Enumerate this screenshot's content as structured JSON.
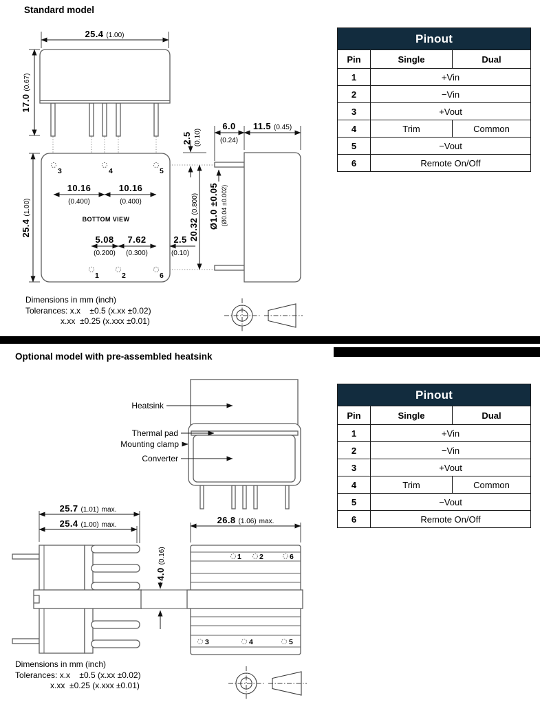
{
  "standard": {
    "title": "Standard model",
    "front_width_mm": "25.4",
    "front_width_in": "(1.00)",
    "front_height_mm": "17.0",
    "front_height_in": "(0.67)",
    "bottom_label": "BOTTOM VIEW",
    "bottom_pins_back": [
      "3",
      "4",
      "5"
    ],
    "bottom_pins_front": [
      "1",
      "2",
      "6"
    ],
    "bottom_height_mm": "25.4",
    "bottom_height_in": "(1.00)",
    "pitch1_mm": "10.16",
    "pitch1_in": "(0.400)",
    "pitch2_mm": "10.16",
    "pitch2_in": "(0.400)",
    "rowspan_mm": "20.32",
    "rowspan_in": "(0.800)",
    "p12_mm": "5.08",
    "p12_in": "(0.200)",
    "p26_mm": "7.62",
    "p26_in": "(0.300)",
    "edge_mm": "2.5",
    "edge_in": "(0.10)",
    "offset_mm": "2.5",
    "offset_in": "(0.10)",
    "pinlen_mm": "6.0",
    "pinlen_in": "(0.24)",
    "depth_mm": "11.5",
    "depth_in": "(0.45)",
    "dia_mm": "Ø1.0 ±0.05",
    "dia_in": "(Ø0.04 ±0.002)"
  },
  "optional": {
    "title": "Optional model with pre-assembled heatsink",
    "label_heatsink": "Heatsink",
    "label_thermal_pad": "Thermal pad",
    "label_mounting_clamp": "Mounting clamp",
    "label_converter": "Converter",
    "w1_mm": "25.7",
    "w1_in": "(1.01)",
    "w1_max": "max.",
    "w2_mm": "25.4",
    "w2_in": "(1.00)",
    "w2_max": "max.",
    "h_mm": "4.0",
    "h_in": "(0.16)",
    "bw_mm": "26.8",
    "bw_in": "(1.06)",
    "bw_max": "max.",
    "pins_front": [
      "1",
      "2",
      "6"
    ],
    "pins_back": [
      "3",
      "4",
      "5"
    ]
  },
  "notes": {
    "line1": "Dimensions in mm (inch)",
    "line2": "Tolerances: x.x    ±0.5 (x.xx ±0.02)",
    "line3": "x.xx  ±0.25 (x.xxx ±0.01)"
  },
  "pinout": {
    "title": "Pinout",
    "col_pin": "Pin",
    "col_single": "Single",
    "col_dual": "Dual",
    "rows": [
      {
        "pin": "1",
        "value": "+Vin"
      },
      {
        "pin": "2",
        "value": "−Vin"
      },
      {
        "pin": "3",
        "value": "+Vout"
      },
      {
        "pin": "4",
        "single": "Trim",
        "dual": "Common"
      },
      {
        "pin": "5",
        "value": "−Vout"
      },
      {
        "pin": "6",
        "value": "Remote On/Off"
      }
    ]
  },
  "colors": {
    "table_header_bg": "#122c3e",
    "divider": "#000000"
  }
}
